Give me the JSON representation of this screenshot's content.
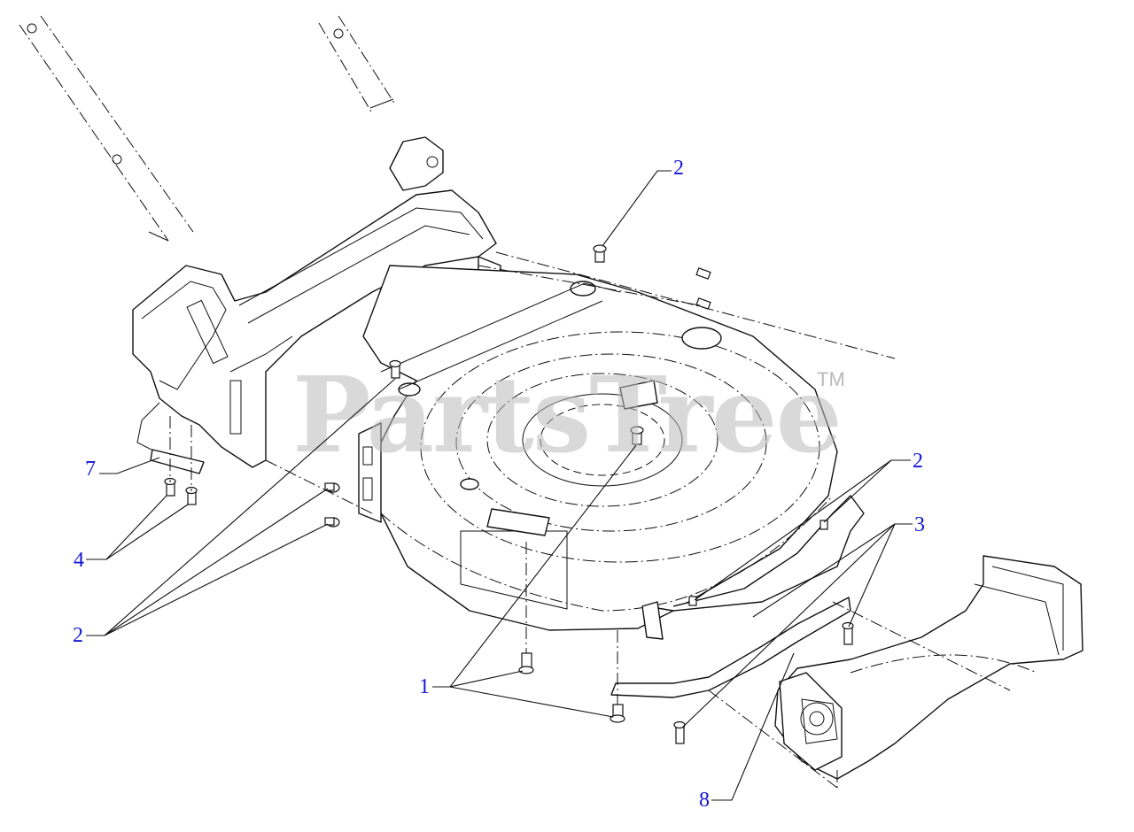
{
  "watermark": {
    "text": "PartsTree",
    "trademark": "TM"
  },
  "callouts": [
    {
      "id": "c2-top",
      "label": "2"
    },
    {
      "id": "c2-right",
      "label": "2"
    },
    {
      "id": "c3",
      "label": "3"
    },
    {
      "id": "c7",
      "label": "7"
    },
    {
      "id": "c4",
      "label": "4"
    },
    {
      "id": "c2-left",
      "label": "2"
    },
    {
      "id": "c1",
      "label": "1"
    },
    {
      "id": "c8",
      "label": "8"
    }
  ]
}
